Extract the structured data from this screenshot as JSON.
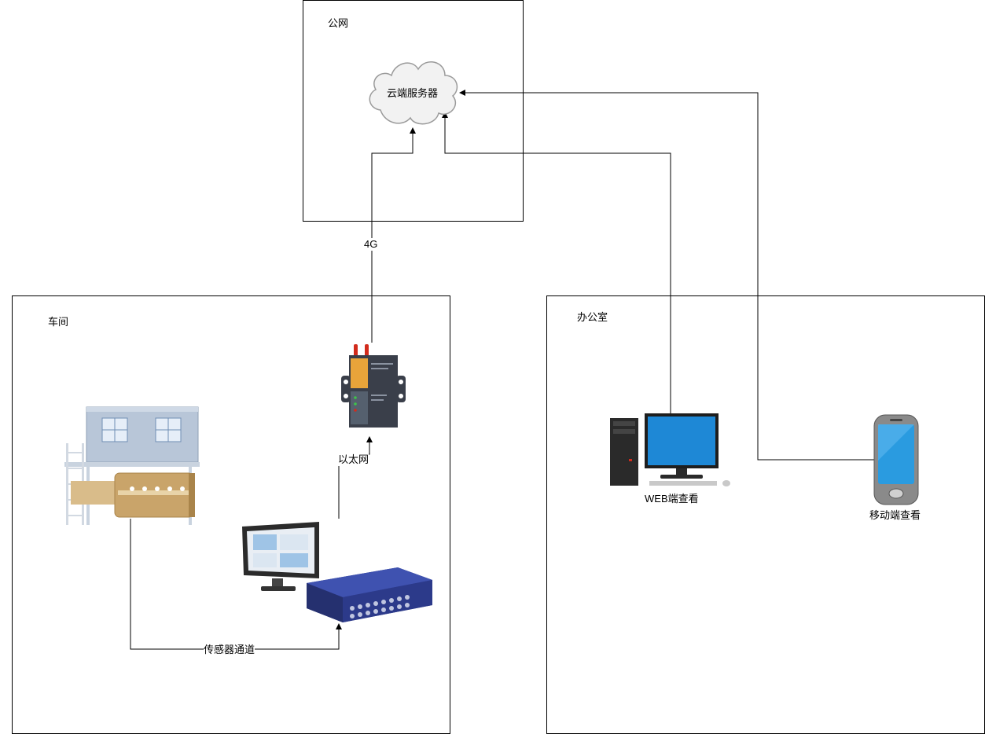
{
  "zones": {
    "public": "公网",
    "workshop": "车间",
    "office": "办公室"
  },
  "nodes": {
    "cloud": "云端服务器",
    "web": "WEB端查看",
    "mobile": "移动端查看"
  },
  "links": {
    "gateway_cloud": "4G",
    "daq_gateway": "以太网",
    "machine_daq": "传感器通道"
  },
  "colors": {
    "line": "#000000",
    "gateway_body": "#3a3f4a",
    "gateway_panel": "#e8a43a",
    "antenna": "#d22b1c",
    "daq_body": "#2c3a8a",
    "monitor_screen": "#1e88d6",
    "machine_drum": "#c9a46a",
    "building": "#b8c6d8"
  }
}
